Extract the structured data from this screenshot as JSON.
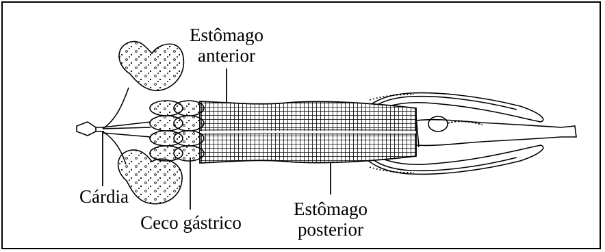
{
  "figure": {
    "labels": {
      "anterior_stomach": {
        "line1": "Estômago",
        "line2": "anterior"
      },
      "cardia": "Cárdia",
      "gastric_caeca": "Ceco gástrico",
      "posterior_stomach": {
        "line1": "Estômago",
        "line2": "posterior"
      }
    },
    "colors": {
      "ink": "#000000",
      "background": "#ffffff"
    }
  }
}
